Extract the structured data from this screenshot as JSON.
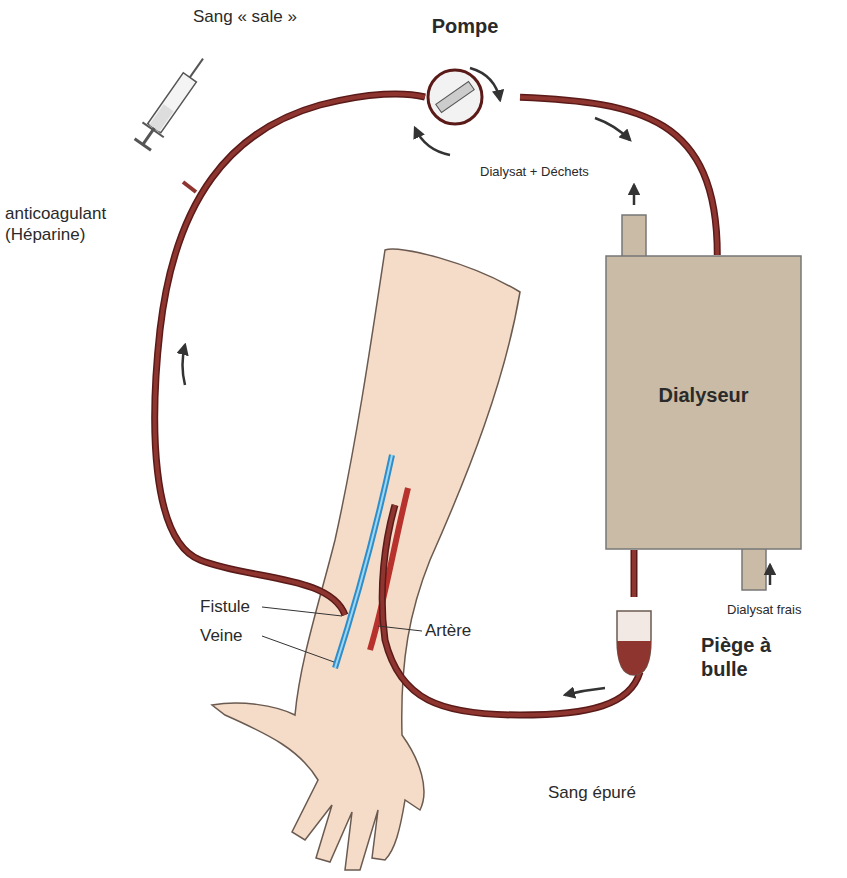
{
  "diagram": {
    "nodes": [
      {
        "text": [
          "Pompe"
        ]
      },
      {
        "text": [
          "Dialyseur"
        ]
      },
      {
        "text": [
          "Piège à bulle"
        ]
      }
    ],
    "edges": [
      {
        "from": 0,
        "to": 1,
        "arrow": "none"
      },
      {
        "from": 1,
        "to": 2,
        "arrow": "none"
      }
    ],
    "labels": [
      "Sang « sale »",
      "anticoagulant (Héparine)",
      "Dialysat + Déchets",
      "Dialysat frais",
      "Fistule",
      "Veine",
      "Artère",
      "Sang épuré"
    ]
  }
}
